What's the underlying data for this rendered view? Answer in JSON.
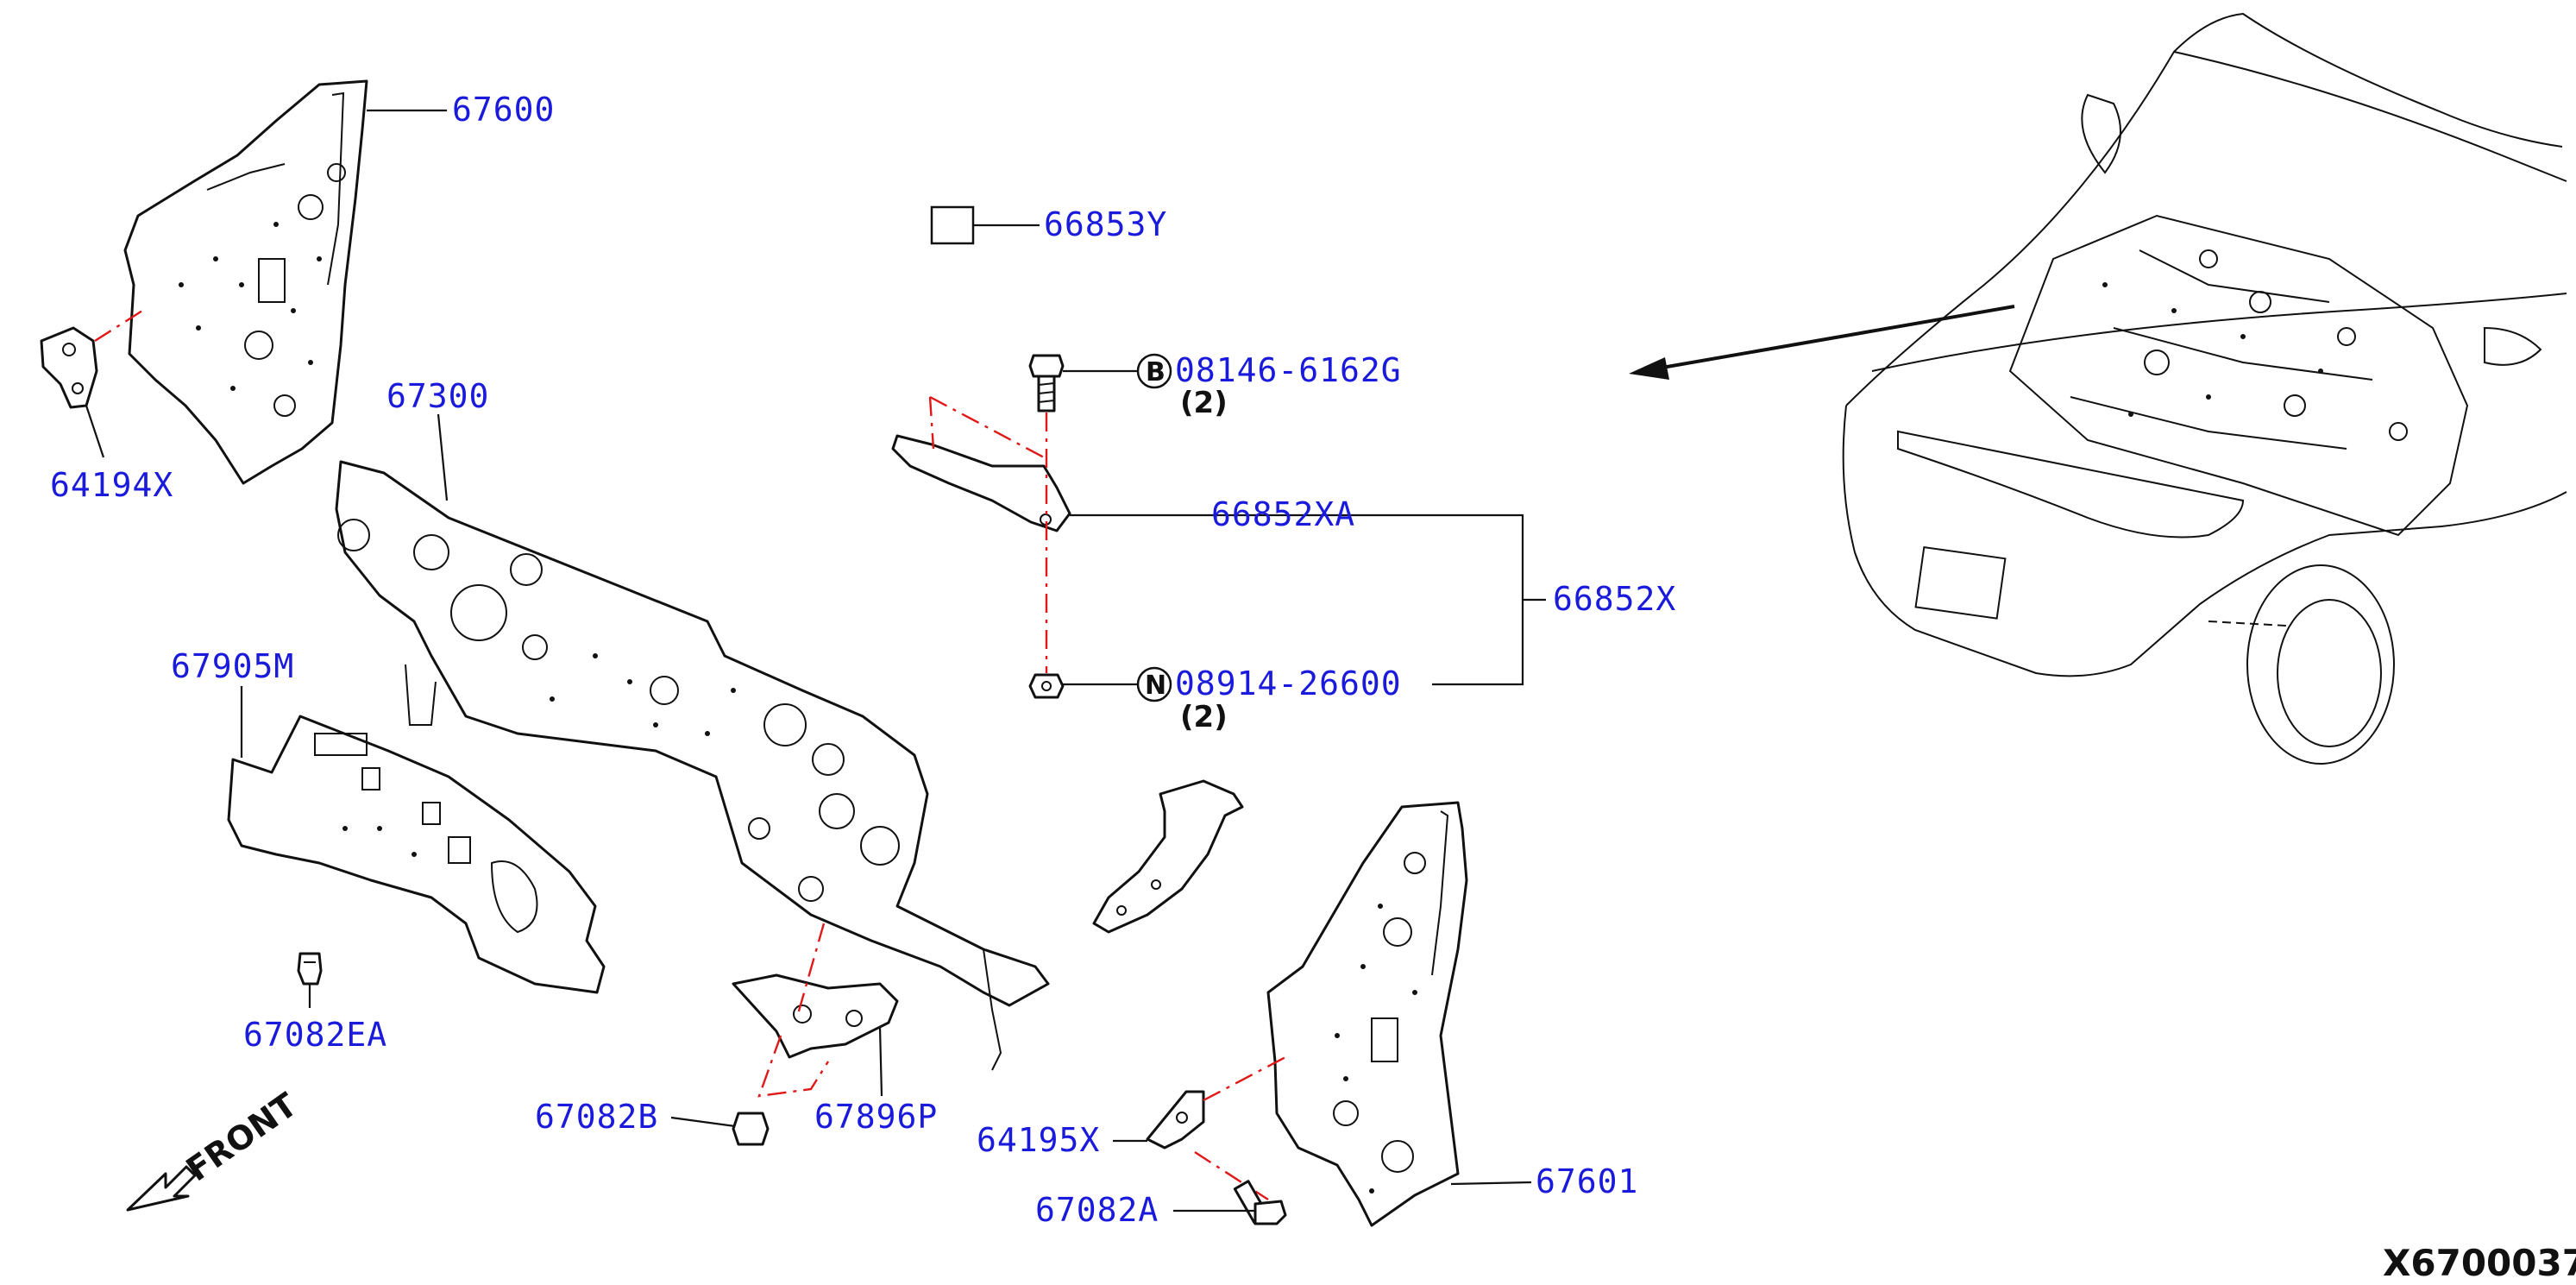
{
  "labels": {
    "p67600": "67600",
    "p64194x": "64194X",
    "p67300": "67300",
    "p67905m": "67905M",
    "p67082ea": "67082EA",
    "p67082b": "67082B",
    "p67896p": "67896P",
    "p66853y": "66853Y",
    "p08146": "08146-6162G",
    "p66852xa": "66852XA",
    "p66852x": "66852X",
    "p08914": "08914-26600",
    "p64195x": "64195X",
    "p67082a": "67082A",
    "p67601": "67601"
  },
  "symbols": {
    "bolt": "B",
    "nut": "N"
  },
  "quantities": {
    "bolt_qty": "(2)",
    "nut_qty": "(2)"
  },
  "front_label": "FRONT",
  "figure_id": "X6700037",
  "colors": {
    "label": "#1a1adc",
    "line": "#111111",
    "dashed_guide": "#e01818"
  }
}
